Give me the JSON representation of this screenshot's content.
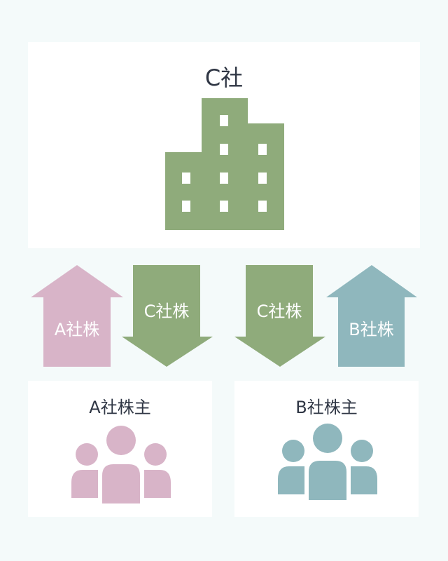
{
  "diagram": {
    "company_c": {
      "label": "C社",
      "icon": "building-icon",
      "color": "#8fab7b"
    },
    "shareholders_a": {
      "label": "A社株主",
      "icon": "people-group-icon",
      "color": "#d8b4c8"
    },
    "shareholders_b": {
      "label": "B社株主",
      "icon": "people-group-icon",
      "color": "#8fb7bd"
    },
    "arrows": [
      {
        "label": "A社株",
        "direction": "up",
        "color": "#d8b4c8"
      },
      {
        "label": "C社株",
        "direction": "down",
        "color": "#8fab7b"
      },
      {
        "label": "C社株",
        "direction": "down",
        "color": "#8fab7b"
      },
      {
        "label": "B社株",
        "direction": "up",
        "color": "#8fb7bd"
      }
    ]
  }
}
